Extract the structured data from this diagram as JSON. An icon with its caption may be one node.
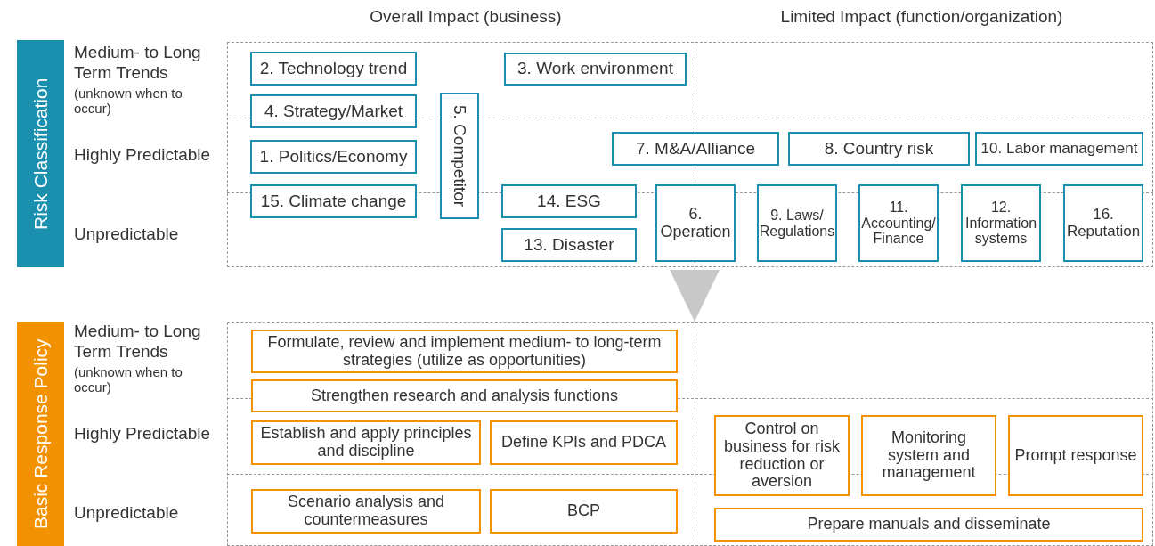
{
  "diagram": {
    "nodes": [
      {
        "text": [
          "Risk Classification"
        ]
      },
      {
        "text": [],
        "shape": "box"
      },
      {
        "text": [
          "2. Technology trend"
        ],
        "in": 1
      },
      {
        "text": [
          "3. Work environment"
        ],
        "in": 1
      },
      {
        "text": [
          "4. Strategy/Market"
        ],
        "in": 1
      },
      {
        "text": [
          "5. Competitor"
        ],
        "in": 1
      },
      {
        "text": [
          "1. Politics/Economy"
        ],
        "in": 1
      },
      {
        "text": [
          "7. M&A/Alliance"
        ],
        "in": 1
      },
      {
        "text": [
          "8. Country risk"
        ],
        "in": 1
      },
      {
        "text": [
          "10. Labor management"
        ],
        "in": 1
      },
      {
        "text": [
          "15. Climate change"
        ],
        "in": 1
      },
      {
        "text": [
          "14. ESG"
        ],
        "in": 1
      },
      {
        "text": [
          "6. Operation"
        ],
        "in": 1
      },
      {
        "text": [
          "9. Laws/ Regulations"
        ],
        "in": 1
      },
      {
        "text": [
          "11. Accounting/ Finance"
        ],
        "in": 1
      },
      {
        "text": [
          "12. Information systems"
        ],
        "in": 1
      },
      {
        "text": [
          "16. Reputation"
        ],
        "in": 1
      },
      {
        "text": [
          "13. Disaster"
        ],
        "in": 1
      },
      {
        "text": [
          "Basic Response Policy"
        ]
      },
      {
        "text": [],
        "shape": "box"
      },
      {
        "text": [
          "Formulate, review and implement medium- to long-term strategies (utilize as opportunities)"
        ],
        "in": 19
      },
      {
        "text": [
          "Strengthen research and analysis functions"
        ],
        "in": 19
      },
      {
        "text": [
          "Establish and apply principles and discipline"
        ],
        "in": 19
      },
      {
        "text": [
          "Define KPIs and PDCA"
        ],
        "in": 19
      },
      {
        "text": [
          "Control on business for risk reduction or aversion"
        ],
        "in": 19
      },
      {
        "text": [
          "Monitoring system and management"
        ],
        "in": 19
      },
      {
        "text": [
          "Prompt response"
        ],
        "in": 19
      },
      {
        "text": [
          "Scenario analysis and countermeasures"
        ],
        "in": 19
      },
      {
        "text": [
          "BCP"
        ],
        "in": 19
      },
      {
        "text": [
          "Prepare manuals and disseminate"
        ],
        "in": 19
      }
    ],
    "edges": [
      {
        "from": 1,
        "to": 19,
        "arrow": "to"
      }
    ],
    "labels": [
      "Overall Impact (business)",
      "Limited Impact (function/organization)",
      "Medium- to Long Term Trends",
      "(unknown when to occur)",
      "Highly Predictable",
      "Unpredictable",
      "Medium- to Long Term Trends",
      "(unknown when to occur)",
      "Highly Predictable",
      "Unpredictable"
    ]
  }
}
